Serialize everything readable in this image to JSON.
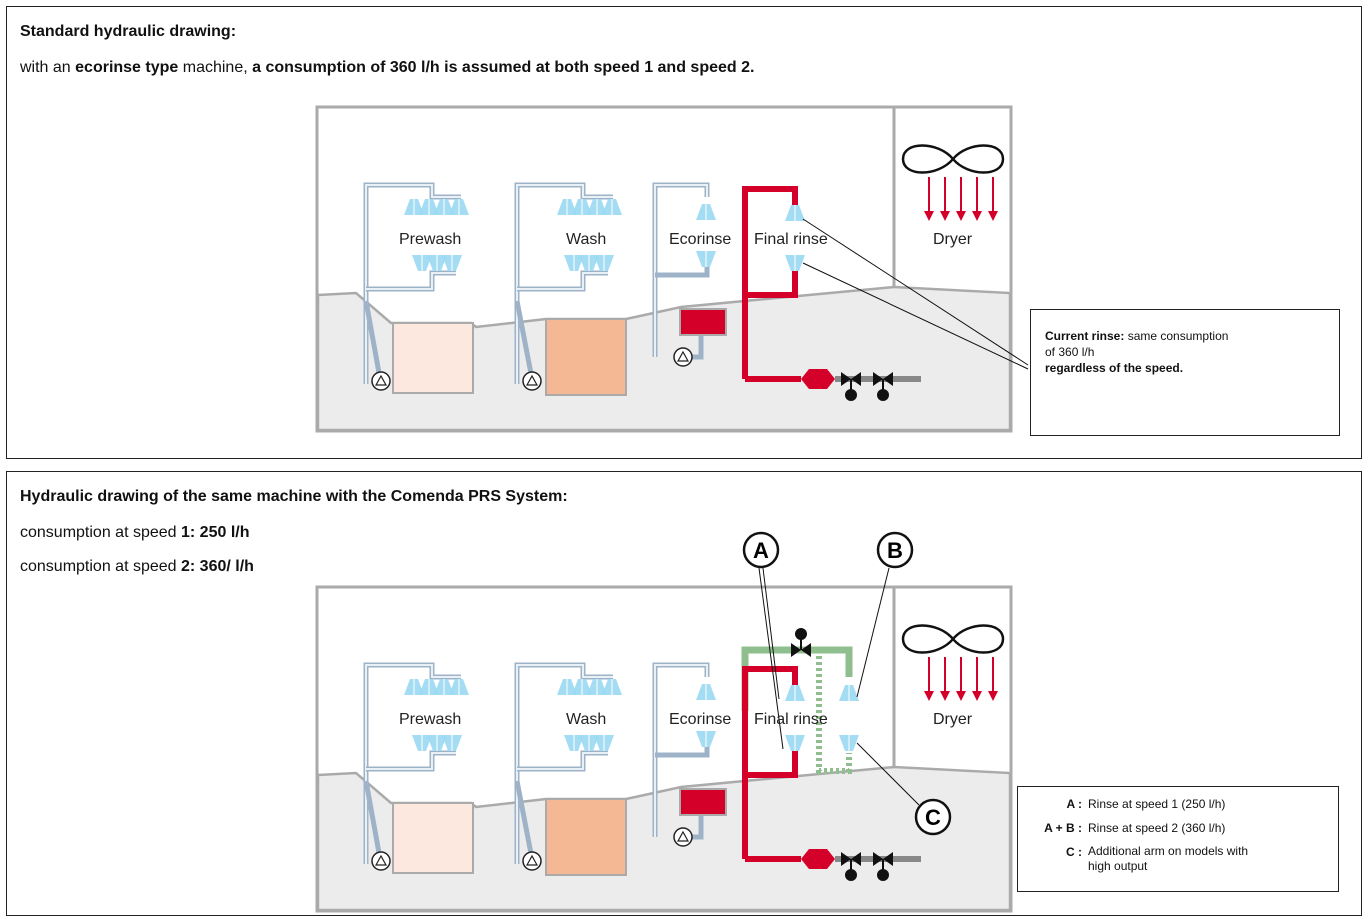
{
  "top": {
    "title": "Standard hydraulic drawing:",
    "line1_pre": "with an ",
    "line1_bold1": "ecorinse type",
    "line1_mid": " machine, ",
    "line1_bold2": "a consumption of 360 l/h is assumed at both speed 1 and speed 2.",
    "zones": [
      "Prewash",
      "Wash",
      "Ecorinse",
      "Final rinse",
      "Dryer"
    ],
    "note_bold": "Current rinse:",
    "note_text": " same consumption of 360 l/h",
    "note_bold2": "regardless of the speed."
  },
  "bottom": {
    "title": "Hydraulic drawing of the same machine with the Comenda PRS System:",
    "line1_text": "consumption at speed ",
    "line1_bold": "1: 250 l/h",
    "line2_text": "consumption at speed ",
    "line2_bold": "2: 360/ l/h",
    "zones": [
      "Prewash",
      "Wash",
      "Ecorinse",
      "Final rinse",
      "Dryer"
    ],
    "callouts": [
      "A",
      "B",
      "C"
    ],
    "legend": [
      {
        "key": "A :",
        "text": "Rinse at speed 1 (250 l/h)"
      },
      {
        "key": "A + B :",
        "text": "Rinse at speed 2 (360 l/h)"
      },
      {
        "key": "C :",
        "text": "Additional arm on models with high output"
      }
    ]
  },
  "colors": {
    "pipe_blue": "#9fb3c8",
    "rinse_red": "#d4002a",
    "extra_green": "#8fbf8f",
    "spray": "#7fd0f0",
    "prewash_tank": "#fde8e0",
    "wash_tank": "#f5b894",
    "machine_floor": "#ececec",
    "frame": "#aaaaaa"
  }
}
